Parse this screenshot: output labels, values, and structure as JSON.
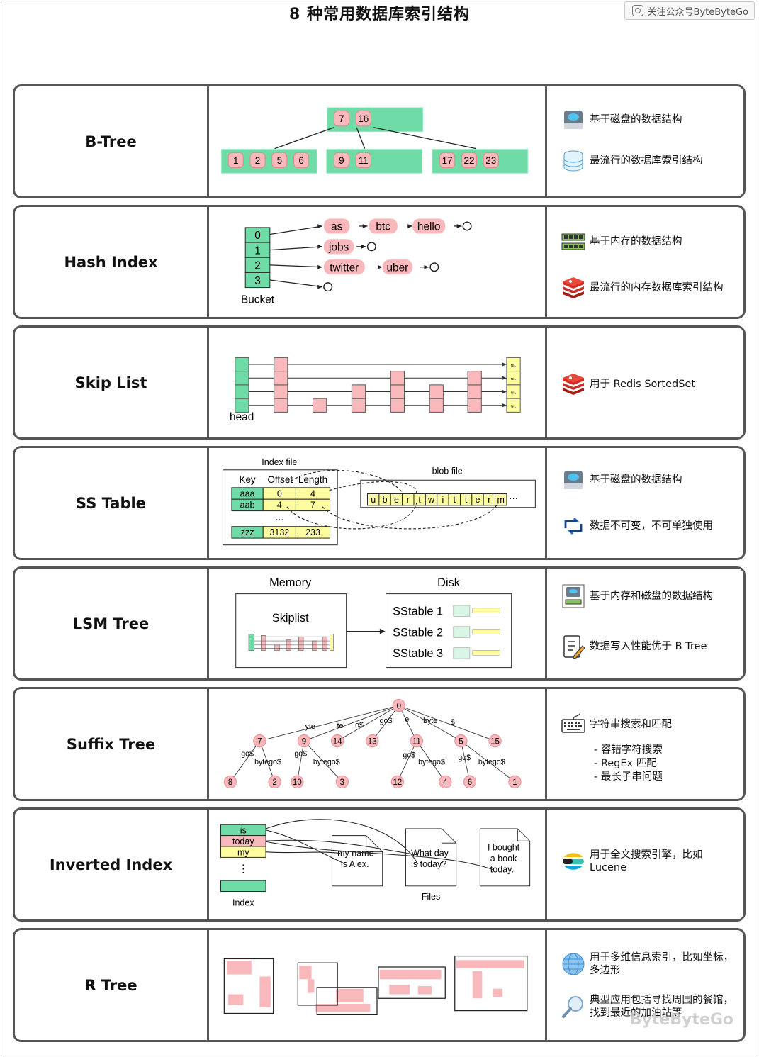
{
  "title": "8 种常用数据库索引结构",
  "brand": "关注公众号ByteByteGo",
  "colors": {
    "green": "#6fdca8",
    "pink": "#f9b8bb",
    "yellow": "#fdfca0",
    "border": "#555555"
  },
  "rows": [
    {
      "name": "B-Tree",
      "diagram": {
        "root": [
          "7",
          "16"
        ],
        "leaves": [
          [
            "1",
            "2",
            "5",
            "6"
          ],
          [
            "9",
            "11"
          ],
          [
            "17",
            "22",
            "23"
          ]
        ]
      },
      "features": [
        {
          "icon": "disk-icon",
          "text": "基于磁盘的数据结构"
        },
        {
          "icon": "database-icon",
          "text": "最流行的数据库索引结构"
        }
      ]
    },
    {
      "name": "Hash Index",
      "diagram": {
        "buckets": [
          "0",
          "1",
          "2",
          "3"
        ],
        "bucket_label": "Bucket",
        "chains": [
          [
            "as",
            "btc",
            "hello"
          ],
          [
            "jobs"
          ],
          [
            "twitter",
            "uber"
          ],
          []
        ]
      },
      "features": [
        {
          "icon": "memory-icon",
          "text": "基于内存的数据结构"
        },
        {
          "icon": "redis-icon",
          "text": "最流行的内存数据库索引结构"
        }
      ]
    },
    {
      "name": "Skip List",
      "diagram": {
        "head_label": "head",
        "nil": "NIL"
      },
      "features": [
        {
          "icon": "redis-icon",
          "text": "用于 Redis SortedSet"
        }
      ]
    },
    {
      "name": "SS Table",
      "diagram": {
        "index_label": "Index file",
        "blob_label": "blob file",
        "headers": [
          "Key",
          "Offset",
          "Length"
        ],
        "rows": [
          [
            "aaa",
            "0",
            "4"
          ],
          [
            "aab",
            "4",
            "7"
          ],
          [
            "zzz",
            "3132",
            "233"
          ]
        ],
        "dots": "...",
        "blob": [
          "u",
          "b",
          "e",
          "r",
          "t",
          "w",
          "i",
          "t",
          "t",
          "e",
          "r",
          "m"
        ],
        "blob_more": "···"
      },
      "features": [
        {
          "icon": "disk-icon",
          "text": "基于磁盘的数据结构"
        },
        {
          "icon": "immutable-icon",
          "text": "数据不可变，不可单独使用"
        }
      ]
    },
    {
      "name": "LSM Tree",
      "diagram": {
        "memory": "Memory",
        "disk": "Disk",
        "skiplist": "Skiplist",
        "sstables": [
          "SStable 1",
          "SStable 2",
          "SStable 3"
        ]
      },
      "features": [
        {
          "icon": "memory-disk-icon",
          "text": "基于内存和磁盘的数据结构"
        },
        {
          "icon": "write-icon",
          "text": "数据写入性能优于 B Tree"
        }
      ]
    },
    {
      "name": "Suffix Tree",
      "diagram": {
        "nodes": [
          "0",
          "7",
          "9",
          "14",
          "13",
          "11",
          "5",
          "15",
          "8",
          "2",
          "10",
          "3",
          "12",
          "4",
          "6",
          "1"
        ],
        "edges": [
          "yte",
          "te",
          "o$",
          "go$",
          "e",
          "byte",
          "$",
          "go$",
          "bytego$",
          "go$",
          "bytego$",
          "go$",
          "bytego$",
          "go$",
          "bytego$"
        ]
      },
      "features": [
        {
          "icon": "keyboard-icon",
          "text": "字符串搜索和匹配"
        }
      ],
      "subitems": [
        "- 容错字符搜索",
        "- RegEx 匹配",
        "- 最长子串问题"
      ]
    },
    {
      "name": "Inverted Index",
      "diagram": {
        "terms": [
          "is",
          "today",
          "my"
        ],
        "dots": "⋮",
        "index_label": "Index",
        "files_label": "Files",
        "docs": [
          [
            "my name",
            "is Alex."
          ],
          [
            "What day",
            "is today?"
          ],
          [
            "I bought",
            "a book",
            "today."
          ]
        ]
      },
      "features": [
        {
          "icon": "elastic-icon",
          "text": "用于全文搜索引擎，比如 Lucene"
        }
      ]
    },
    {
      "name": "R Tree",
      "diagram": {},
      "features": [
        {
          "icon": "globe-icon",
          "text": "用于多维信息索引，比如坐标，多边形"
        },
        {
          "icon": "magnifier-icon",
          "text": "典型应用包括寻找周围的餐馆，找到最近的加油站等"
        }
      ]
    }
  ],
  "watermark": "ByteByteGo"
}
